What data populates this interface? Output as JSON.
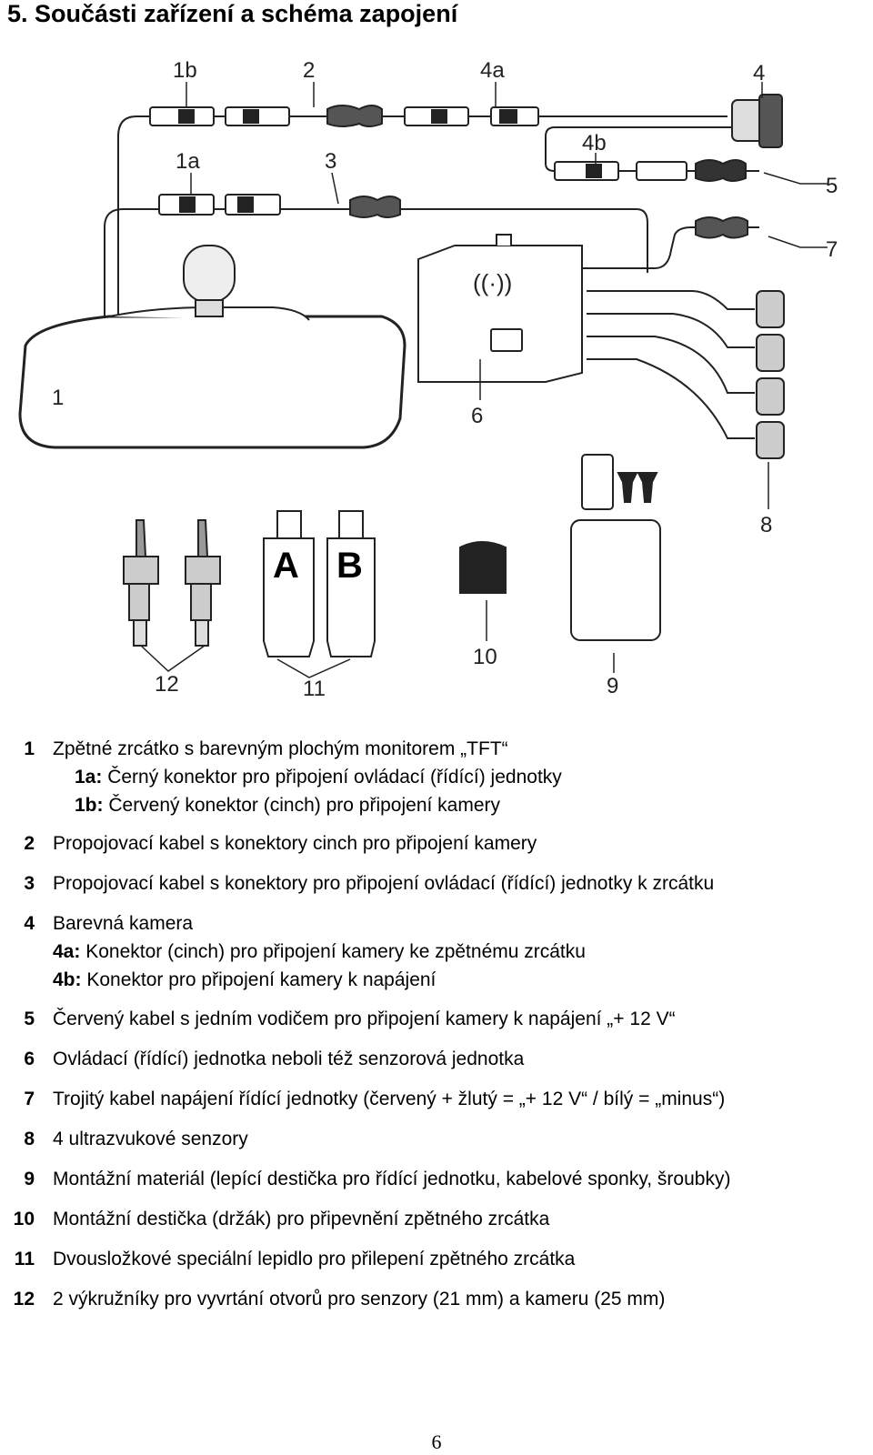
{
  "heading": "5. Součásti zařízení a schéma zapojení",
  "diagram": {
    "callouts": {
      "c1b": "1b",
      "c2": "2",
      "c4a": "4a",
      "c4": "4",
      "c1a": "1a",
      "c3": "3",
      "c4b": "4b",
      "c5": "5",
      "c7": "7",
      "c1": "1",
      "c6": "6",
      "c8": "8",
      "c10": "10",
      "c9": "9",
      "c12": "12",
      "c11": "11"
    },
    "tube_a": "A",
    "tube_b": "B"
  },
  "legend": [
    {
      "num": "1",
      "text": "Zpětné zrcátko s barevným plochým monitorem „TFT“",
      "subs": [
        {
          "key": "1a:",
          "text": "Černý konektor pro připojení ovládací (řídící) jednotky"
        },
        {
          "key": "1b:",
          "text": "Červený konektor (cinch) pro připojení kamery"
        }
      ]
    },
    {
      "num": "2",
      "text": "Propojovací kabel s konektory cinch pro připojení kamery"
    },
    {
      "num": "3",
      "text": "Propojovací kabel s konektory pro připojení ovládací (řídící) jednotky k zrcátku"
    },
    {
      "num": "4",
      "text": "Barevná kamera",
      "subs": [
        {
          "key": "4a:",
          "text": "Konektor (cinch) pro připojení kamery ke zpětnému zrcátku"
        },
        {
          "key": "4b:",
          "text": "Konektor pro připojení kamery k napájení"
        }
      ]
    },
    {
      "num": "5",
      "text": "Červený kabel s jedním vodičem pro připojení kamery k napájení „+ 12 V“"
    },
    {
      "num": "6",
      "text": "Ovládací (řídící) jednotka neboli též senzorová jednotka"
    },
    {
      "num": "7",
      "text": "Trojitý kabel napájení řídící jednotky (červený + žlutý = „+ 12 V“ / bílý = „minus“)"
    },
    {
      "num": "8",
      "text": "4 ultrazvukové senzory"
    },
    {
      "num": "9",
      "text": "Montážní materiál (lepící destička pro řídící jednotku, kabelové sponky, šroubky)"
    },
    {
      "num": "10",
      "text": "Montážní destička (držák) pro připevnění zpětného zrcátka"
    },
    {
      "num": "11",
      "text": "Dvousložkové speciální lepidlo pro přilepení zpětného zrcátka"
    },
    {
      "num": "12",
      "text": "2 výkružníky pro vyvrtání otvorů pro senzory (21 mm) a kameru (25 mm)"
    }
  ],
  "page_number": "6"
}
